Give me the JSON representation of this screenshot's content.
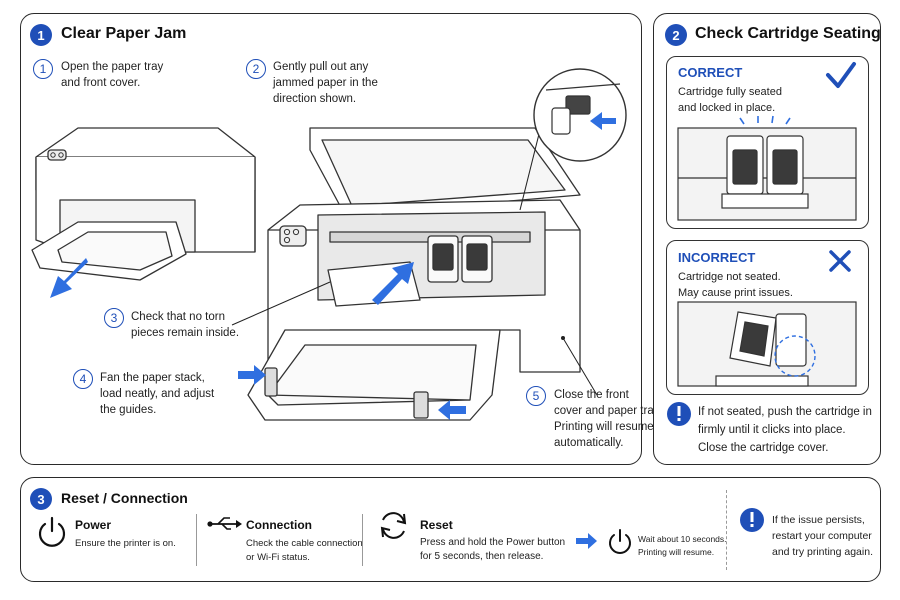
{
  "panel1": {
    "number": "1",
    "title": "Clear Paper Jam",
    "steps": [
      {
        "n": "1",
        "text": [
          "Open the paper tray",
          "and front cover."
        ]
      },
      {
        "n": "2",
        "text": [
          "Gently pull out any",
          "jammed paper in the",
          "direction shown."
        ]
      },
      {
        "n": "3",
        "text": [
          "Check that no torn",
          "pieces remain inside."
        ]
      },
      {
        "n": "4",
        "text": [
          "Fan the paper stack,",
          "load neatly, and adjust",
          "the guides."
        ]
      },
      {
        "n": "5",
        "text": [
          "Close the front",
          "cover and paper tray.",
          "Printing will resume",
          "automatically."
        ]
      }
    ]
  },
  "panel2": {
    "number": "2",
    "title": "Check Cartridge Seating",
    "correct": {
      "label": "CORRECT",
      "text": [
        "Cartridge fully seated",
        "and locked in place."
      ]
    },
    "incorrect": {
      "label": "INCORRECT",
      "text": [
        "Cartridge not seated.",
        "May cause print issues."
      ]
    },
    "note": [
      "If not seated, push the cartridge in",
      "firmly until it clicks into place.",
      "Close the cartridge cover."
    ]
  },
  "panel3": {
    "number": "3",
    "title": "Reset / Connection",
    "power": {
      "title": "Power",
      "text": "Ensure the printer is on."
    },
    "connection": {
      "title": "Connection",
      "text": [
        "Check the cable connection",
        "or Wi-Fi status."
      ]
    },
    "reset": {
      "title": "Reset",
      "text": [
        "Press and hold the Power button",
        "for 5 seconds, then release."
      ]
    },
    "wait": [
      "Wait about 10 seconds.",
      "Printing will resume."
    ],
    "persist": [
      "If the issue persists,",
      "restart your computer",
      "and try printing again."
    ]
  },
  "colors": {
    "accent": "#1f4fb8",
    "arrow": "#2f6fe0",
    "outline": "#2a2a2a"
  }
}
